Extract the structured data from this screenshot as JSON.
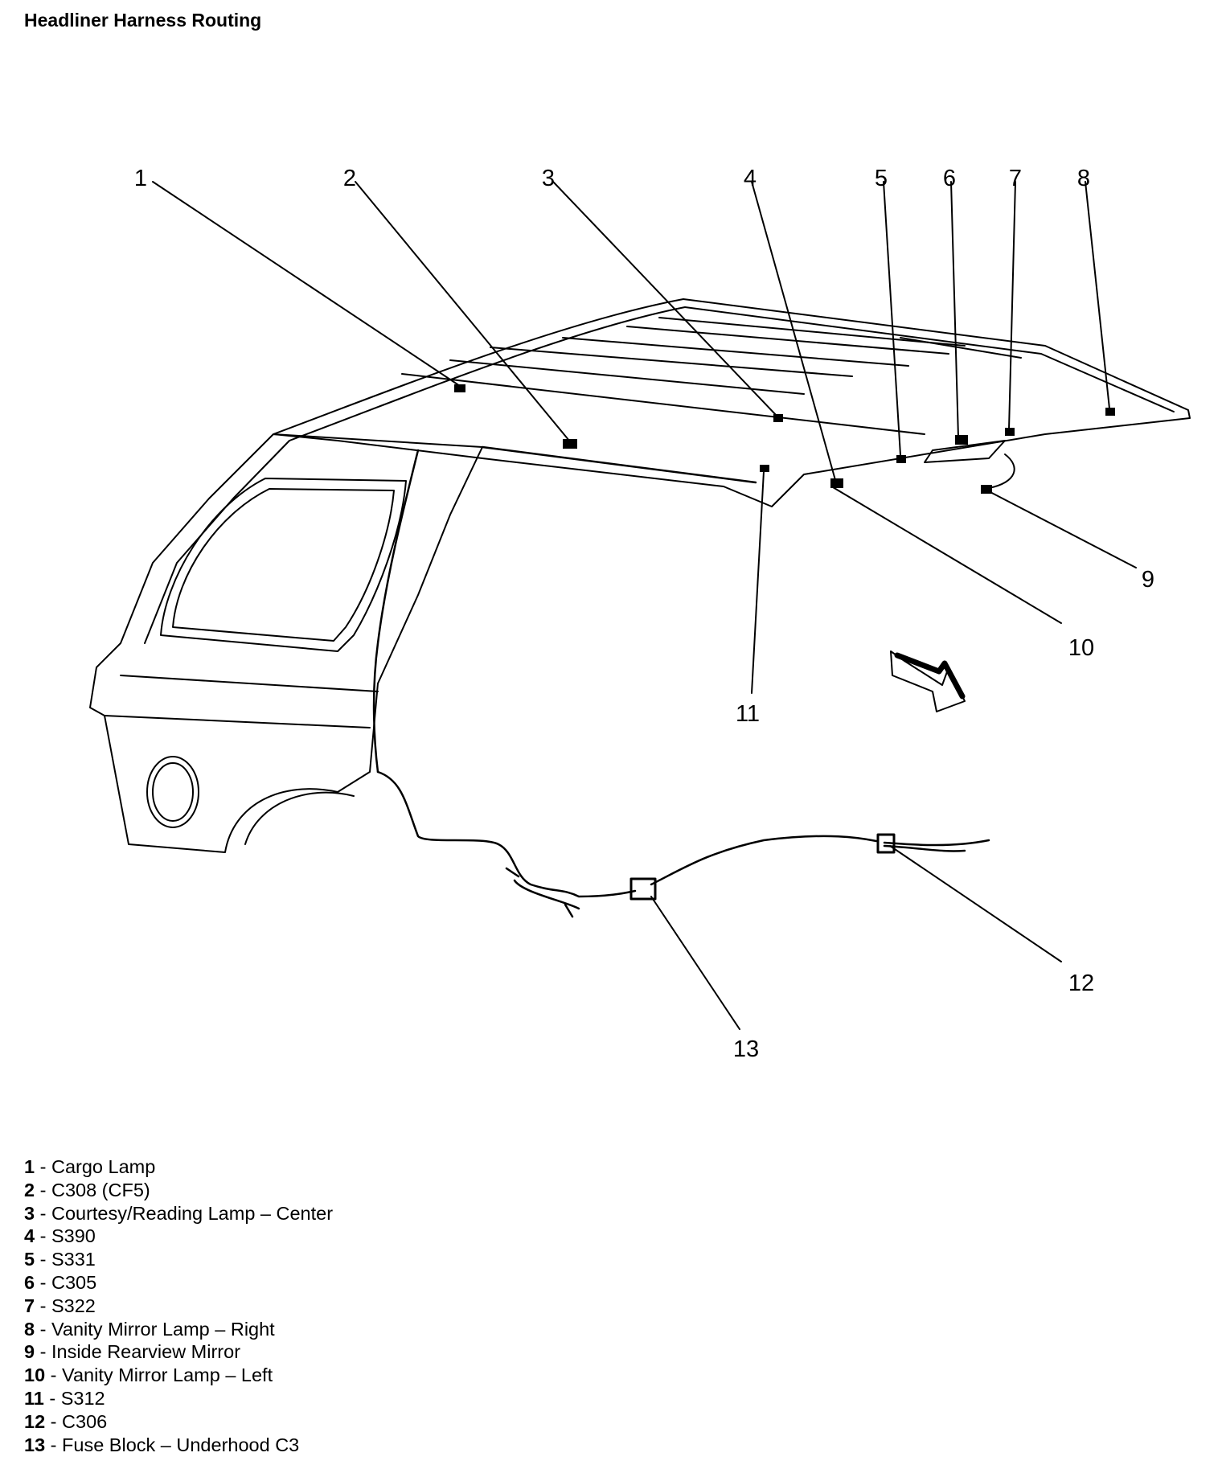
{
  "title": "Headliner Harness Routing",
  "callouts": [
    "1",
    "2",
    "3",
    "4",
    "5",
    "6",
    "7",
    "8",
    "9",
    "10",
    "11",
    "12",
    "13"
  ],
  "legend": [
    {
      "num": "1",
      "label": "Cargo Lamp"
    },
    {
      "num": "2",
      "label": "C308 (CF5)"
    },
    {
      "num": "3",
      "label": "Courtesy/Reading Lamp – Center"
    },
    {
      "num": "4",
      "label": "S390"
    },
    {
      "num": "5",
      "label": "S331"
    },
    {
      "num": "6",
      "label": "C305"
    },
    {
      "num": "7",
      "label": "S322"
    },
    {
      "num": "8",
      "label": "Vanity Mirror Lamp – Right"
    },
    {
      "num": "9",
      "label": "Inside Rearview Mirror"
    },
    {
      "num": "10",
      "label": "Vanity Mirror Lamp – Left"
    },
    {
      "num": "11",
      "label": "S312"
    },
    {
      "num": "12",
      "label": "C306"
    },
    {
      "num": "13",
      "label": "Fuse Block – Underhood C3"
    }
  ],
  "separator": " - "
}
